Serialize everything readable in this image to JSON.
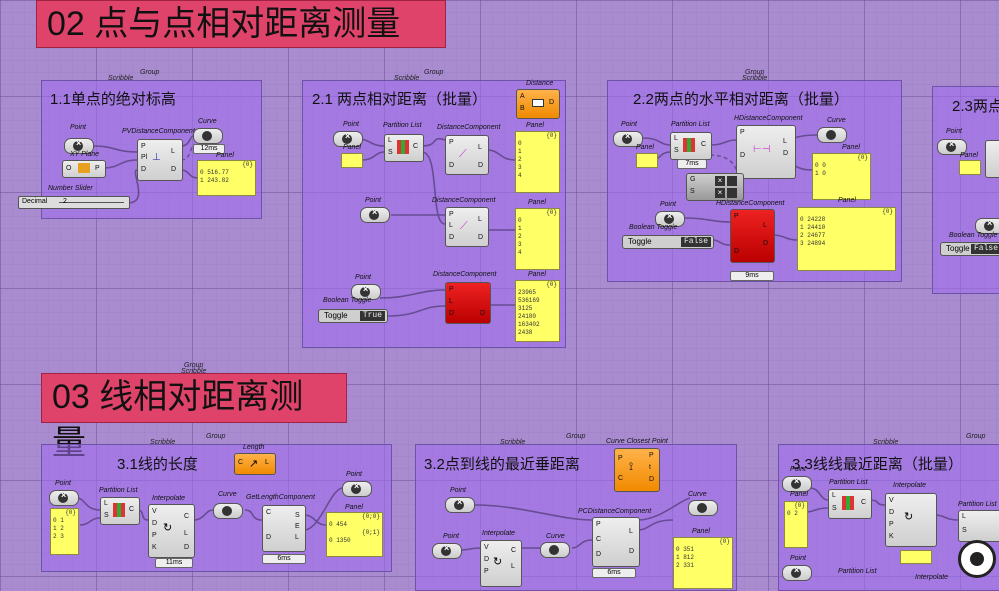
{
  "sections": {
    "s02": "02 点与点相对距离测量",
    "s03": "03 线相对距离测量"
  },
  "groups": {
    "g11": {
      "title": "1.1单点的绝对标高",
      "tag_group": "Group",
      "tag_scribble": "Scribble"
    },
    "g21": {
      "title": "2.1 两点相对距离（批量）",
      "tag_group": "Group",
      "tag_scribble": "Scribble"
    },
    "g22": {
      "title": "2.2两点的水平相对距离（批量）",
      "tag_group": "Group",
      "tag_scribble": "Scribble"
    },
    "g23": {
      "title": "2.3两点"
    },
    "g31": {
      "title": "3.1线的长度",
      "tag_group": "Group",
      "tag_scribble": "Scribble"
    },
    "g32": {
      "title": "3.2点到线的最近垂距离",
      "tag_group": "Group",
      "tag_scribble": "Scribble"
    },
    "g33": {
      "title": "3.3线线最近距离（批量）",
      "tag_group": "Group",
      "tag_scribble": "Scribble"
    },
    "g03": {
      "tag_group": "Group",
      "tag_scribble": "Scribble"
    }
  },
  "labels": {
    "point": "Point",
    "xyplane": "XY Plane",
    "pvdist": "PVDistanceComponent",
    "curve": "Curve",
    "panel": "Panel",
    "numslider": "Number Slider",
    "partition": "Partition List",
    "distcomp": "DistanceComponent",
    "distance": "Distance",
    "hdist": "HDistanceComponent",
    "booltoggle": "Boolean Toggle",
    "length": "Length",
    "interpolate": "Interpolate",
    "getlength": "GetLengthComponent",
    "ccp": "Curve Closest Point",
    "pcdist": "PCDistanceComponent",
    "distance_short": "Distance"
  },
  "timers": {
    "t12ms": "12ms",
    "t7ms": "7ms",
    "t9ms": "9ms",
    "t11ms": "11ms",
    "t6ms_a": "6ms",
    "t6ms_b": "6ms"
  },
  "panels": {
    "p11": {
      "head": "{0}",
      "rows": [
        "0  516.77",
        "1  243.82"
      ]
    },
    "p21a": {
      "head": "{0}",
      "rows": [
        "0",
        "1",
        "2",
        "3",
        "4"
      ]
    },
    "p21b": {
      "head": "{0}",
      "rows": [
        "0",
        "1",
        "2",
        "3",
        "4"
      ]
    },
    "p21c": {
      "head": "{0}",
      "rows": [
        "23965",
        "536169",
        "3125",
        "24180",
        "163402",
        "2438"
      ]
    },
    "p22a": {
      "head": "{0}",
      "rows": [
        "0  0",
        "1  0"
      ]
    },
    "p22b": {
      "head": "{0}",
      "rows": [
        "0  24228",
        "1  24410",
        "2  24677",
        "3  24894"
      ]
    },
    "p31": {
      "head": "{0;0}",
      "rows": [
        "0  454",
        "",
        "{0;1}",
        "0  1350"
      ]
    },
    "p31pts": {
      "head": "{0}",
      "rows": [
        "0  1",
        "1  2",
        "2  3"
      ]
    },
    "p32": {
      "head": "{0}",
      "rows": [
        "0  351",
        "1  812",
        "2  331"
      ]
    },
    "p33": {
      "head": "{0}",
      "rows": [
        "0  2"
      ]
    }
  },
  "toggles": {
    "t21": {
      "label": "Toggle",
      "value": "True"
    },
    "t22": {
      "label": "Toggle",
      "value": "False"
    },
    "t23": {
      "label": "Toggle",
      "value": "False"
    }
  },
  "slider": {
    "label": "Decimal",
    "value": "2"
  },
  "pins": {
    "P": "P",
    "Pl": "Pl",
    "D": "D",
    "L": "L",
    "S": "S",
    "C": "C",
    "V": "V",
    "K": "K",
    "E": "E",
    "t": "t",
    "A": "A",
    "B": "B",
    "G": "G",
    "O": "O"
  }
}
